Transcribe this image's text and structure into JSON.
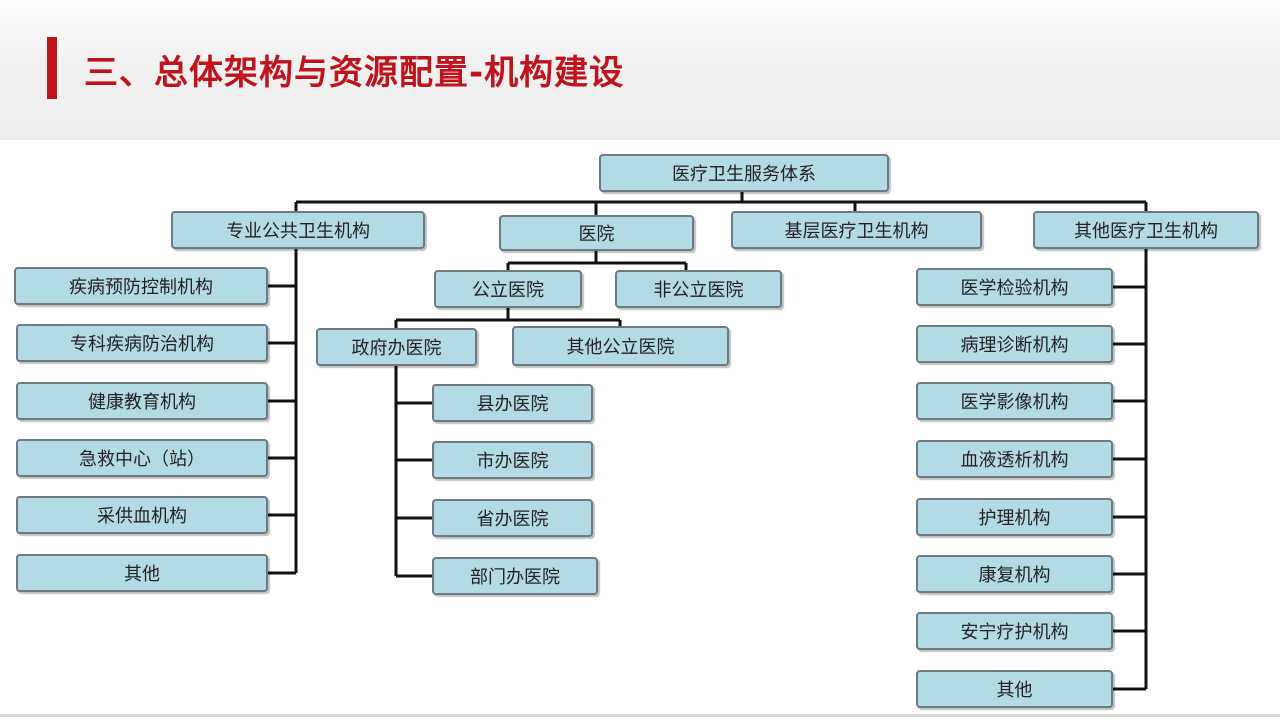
{
  "slide": {
    "title": "三、总体架构与资源配置-机构建设"
  },
  "diagram": {
    "root": "医疗卫生服务体系",
    "branches": {
      "public_health": {
        "label": "专业公共卫生机构",
        "children": [
          "疾病预防控制机构",
          "专科疾病防治机构",
          "健康教育机构",
          "急救中心（站）",
          "采供血机构",
          "其他"
        ]
      },
      "hospital": {
        "label": "医院",
        "public": {
          "label": "公立医院",
          "government": {
            "label": "政府办医院",
            "children": [
              "县办医院",
              "市办医院",
              "省办医院",
              "部门办医院"
            ]
          },
          "other_public": "其他公立医院"
        },
        "non_public": "非公立医院"
      },
      "primary": {
        "label": "基层医疗卫生机构"
      },
      "other": {
        "label": "其他医疗卫生机构",
        "children": [
          "医学检验机构",
          "病理诊断机构",
          "医学影像机构",
          "血液透析机构",
          "护理机构",
          "康复机构",
          "安宁疗护机构",
          "其他"
        ]
      }
    }
  },
  "colors": {
    "accent": "#c0141c",
    "node_fill": "#b3dbe5",
    "node_border": "#6c7b80",
    "connector": "#111111"
  }
}
